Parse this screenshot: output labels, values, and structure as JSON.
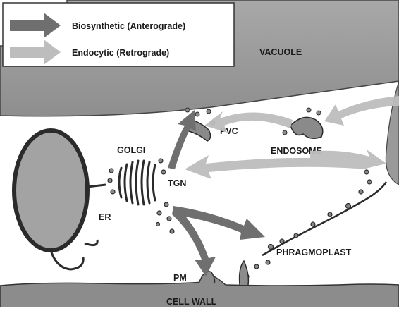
{
  "legend": {
    "items": [
      {
        "label": "Biosynthetic (Anterograde)",
        "color": "#6f6f6f",
        "icon": "dark-arrow-icon"
      },
      {
        "label": "Endocytic (Retrograde)",
        "color": "#bdbdbd",
        "icon": "light-arrow-icon"
      }
    ]
  },
  "labels": {
    "vacuole": "VACUOLE",
    "pvc": "PVC",
    "endosome": "ENDOSOME",
    "golgi": "GOLGI",
    "tgn": "TGN",
    "er": "ER",
    "phragmoplast": "PHRAGMOPLAST",
    "pm": "PM",
    "cell_wall": "CELL WALL"
  },
  "colors": {
    "vacuole": "#9a9a9a",
    "cell_wall": "#8c8c8c",
    "nucleus": "#a3a3a3",
    "organelle": "#8a8a8a",
    "outline": "#2b2b2b",
    "anterograde": "#6f6f6f",
    "retrograde": "#bdbdbd"
  }
}
